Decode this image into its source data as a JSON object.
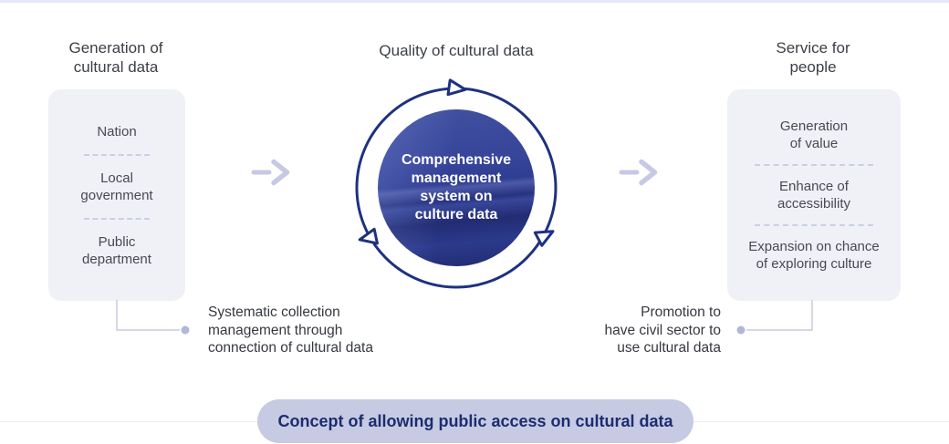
{
  "diagram": {
    "left": {
      "heading": "Generation of\ncultural data",
      "items": [
        "Nation",
        "Local\ngovernment",
        "Public\ndepartment"
      ],
      "note": "Systematic collection\nmanagement through\nconnection of cultural data"
    },
    "center": {
      "heading": "Quality of cultural data",
      "circle_label": "Comprehensive\nmanagement\nsystem on\nculture data"
    },
    "right": {
      "heading": "Service for\npeople",
      "items": [
        "Generation\nof value",
        "Enhance of\naccessibility",
        "Expansion on chance\nof exploring culture"
      ],
      "note": "Promotion to\nhave civil sector to\nuse cultural data"
    },
    "footer_pill": "Concept of allowing public access on cultural data",
    "icons": [
      "flow-arrow-icon",
      "cycle-ring-icon",
      "connector-dot"
    ],
    "colors": {
      "accent_navy": "#1e3180",
      "circle_fill": "#2f3d92",
      "box_bg": "#f0f1f6",
      "arrow_lavender": "#c6c9e3",
      "connector_line": "#c9ccdf",
      "connector_dot": "#b2b7d4",
      "pill_bg": "#c6cbe3",
      "pill_text": "#1c2c6e",
      "top_bar": "#e3e7f7"
    }
  }
}
